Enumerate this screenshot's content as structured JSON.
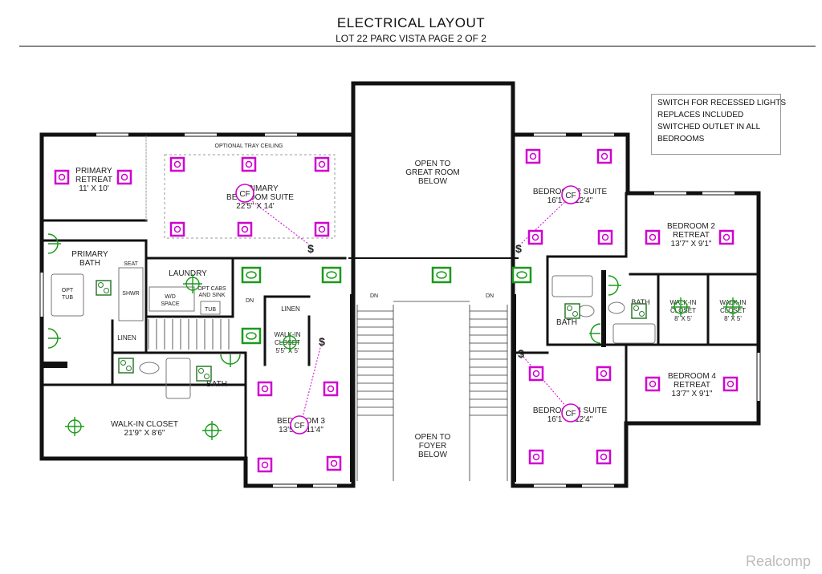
{
  "title": "ELECTRICAL LAYOUT",
  "subtitle": "LOT 22 PARC VISTA  PAGE 2 OF 2",
  "note": {
    "lines": [
      "SWITCH FOR RECESSED LIGHTS",
      "REPLACES INCLUDED",
      "SWITCHED OUTLET IN ALL",
      "BEDROOMS"
    ]
  },
  "labels": {
    "tray_ceiling": "OPTIONAL TRAY CEILING",
    "primary_retreat": [
      "PRIMARY",
      "RETREAT",
      "11' X 10'"
    ],
    "primary_suite": [
      "PRIMARY",
      "BEDROOM SUITE",
      "22'5\" X 14'"
    ],
    "open_great_room": [
      "OPEN TO",
      "GREAT ROOM",
      "BELOW"
    ],
    "bedroom2_suite": [
      "BEDROOM 2 SUITE",
      "16'1\" X 12'4\""
    ],
    "bedroom2_retreat": [
      "BEDROOM 2",
      "RETREAT",
      "13'7\" X 9'1\""
    ],
    "primary_bath": [
      "PRIMARY",
      "BATH"
    ],
    "opt_tub": [
      "OPT",
      "TUB"
    ],
    "seat": "SEAT",
    "shwr": "SHWR",
    "laundry": "LAUNDRY",
    "opt_cabs": [
      "OPT CABS",
      "AND SINK"
    ],
    "wd_space": [
      "W/D",
      "SPACE"
    ],
    "tub": "TUB",
    "dn": "DN",
    "linen": "LINEN",
    "walkin_closet_small": [
      "WALK-IN",
      "CLOSET",
      "5'5\" X 5'"
    ],
    "bath": "BATH",
    "walkin_closet_a": [
      "WALK-IN",
      "CLOSET",
      "8' X 5'"
    ],
    "walkin_closet_b": [
      "WALK-IN",
      "CLOSET",
      "8' X 5'"
    ],
    "bedroom4_retreat": [
      "BEDROOM 4",
      "RETREAT",
      "13'7\" X 9'1\""
    ],
    "walkin_closet_big": [
      "WALK-IN CLOSET",
      "21'9\" X 8'6\""
    ],
    "bedroom3": [
      "BEDROOM 3",
      "13'5\" X 11'4\""
    ],
    "open_foyer": [
      "OPEN TO",
      "FOYER",
      "BELOW"
    ],
    "bedroom4_suite": [
      "BEDROOM 4 SUITE",
      "16'1\" X 12'4\""
    ]
  },
  "symbols": {
    "ceiling_fan": "CF",
    "switch": "$"
  },
  "legend_colors": {
    "recessed_light": "#d000d0",
    "ceiling_fan": "#d000d0",
    "switch": "#d000d0",
    "vanity_light": "#1a9a1a",
    "exhaust_fan": "#2a7a2a",
    "wall": "#111111"
  },
  "watermark": "Realcomp"
}
